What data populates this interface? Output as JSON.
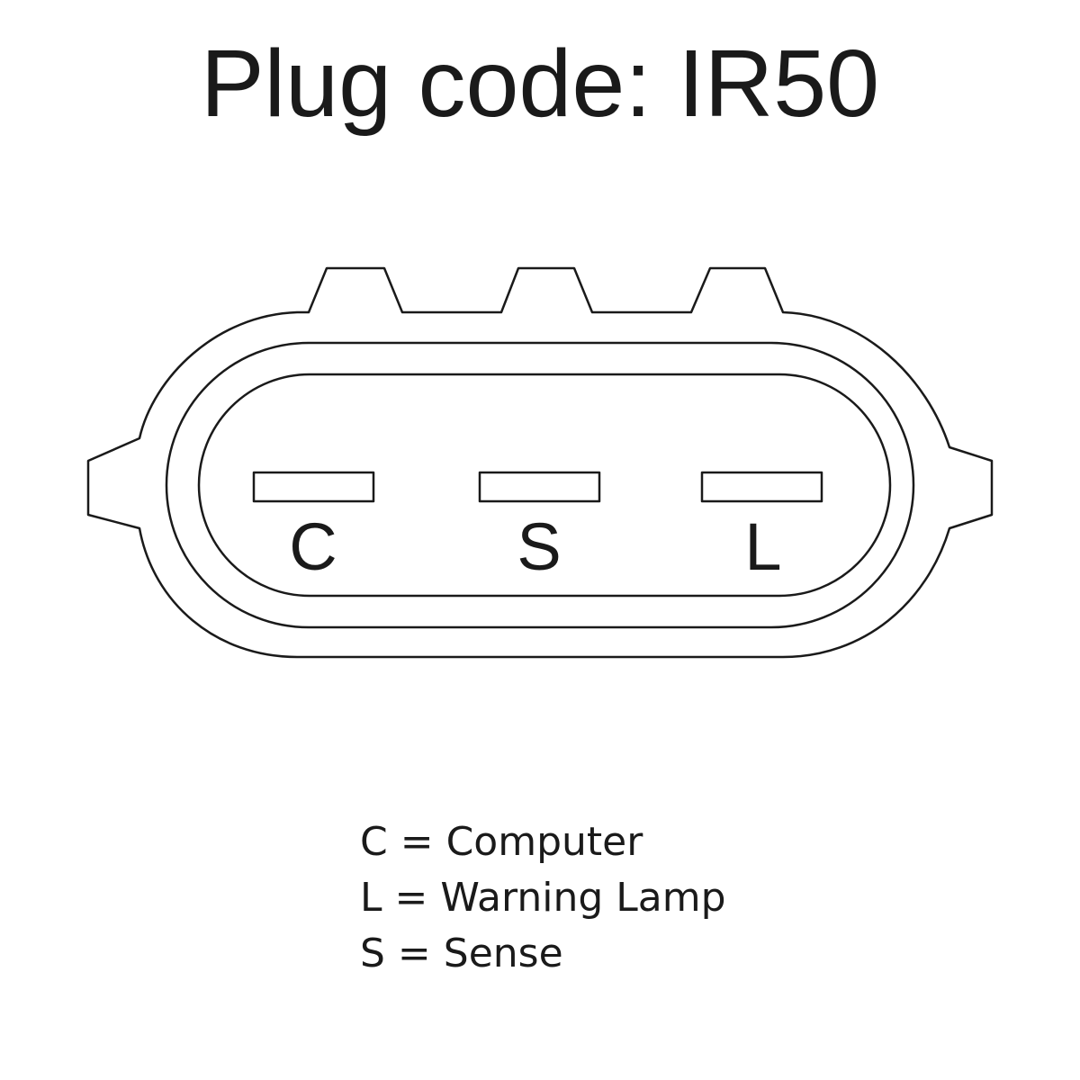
{
  "title": "Plug code: IR50",
  "pins": [
    {
      "letter": "C"
    },
    {
      "letter": "S"
    },
    {
      "letter": "L"
    }
  ],
  "legend": [
    {
      "letter": "C",
      "sep": " = ",
      "meaning": "Computer"
    },
    {
      "letter": "L",
      "sep": " = ",
      "meaning": "Warning Lamp"
    },
    {
      "letter": "S",
      "sep": " = ",
      "meaning": "Sense"
    }
  ],
  "colors": {
    "line": "#1a1a1a",
    "background": "#ffffff"
  }
}
